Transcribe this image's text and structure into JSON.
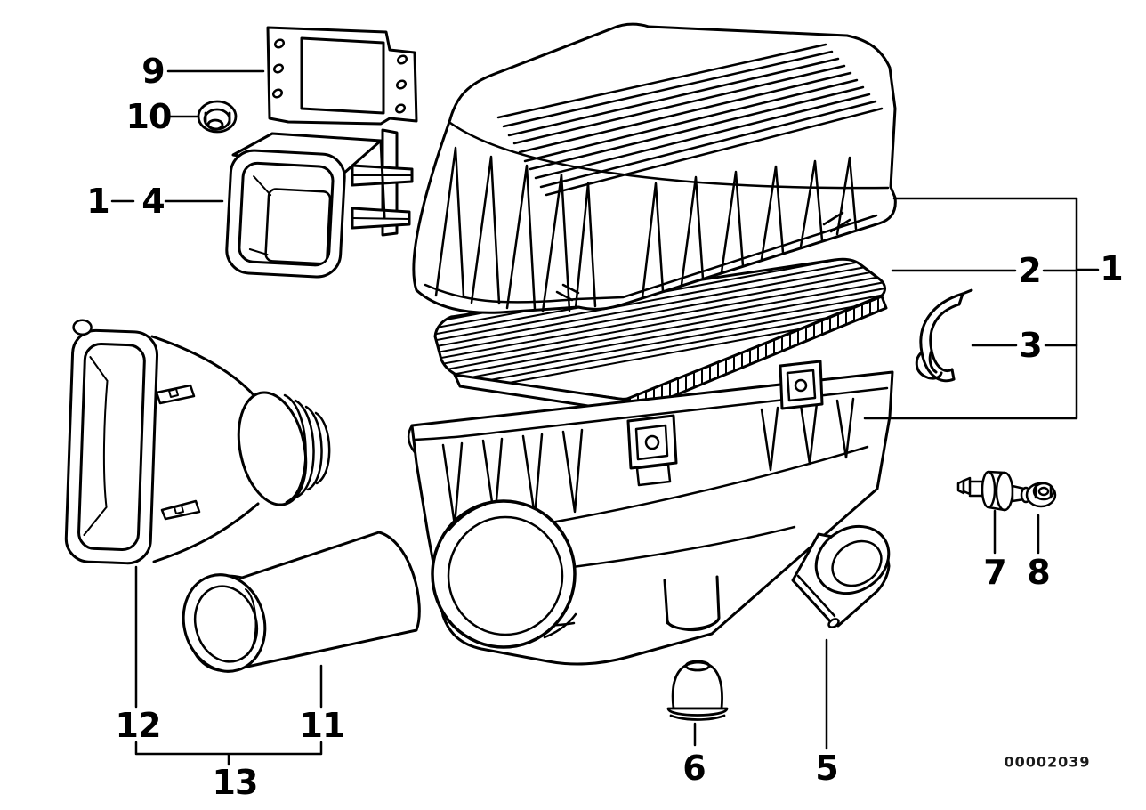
{
  "diagram": {
    "background_color": "#ffffff",
    "line_color": "#000000",
    "drawing_number": "00002039"
  },
  "callouts": {
    "c9": {
      "label": "9"
    },
    "c10": {
      "label": "10"
    },
    "c1_left": {
      "label": "1"
    },
    "c4": {
      "label": "4"
    },
    "c2": {
      "label": "2"
    },
    "c1_right": {
      "label": "1"
    },
    "c3": {
      "label": "3"
    },
    "c7": {
      "label": "7"
    },
    "c8": {
      "label": "8"
    },
    "c12": {
      "label": "12"
    },
    "c11": {
      "label": "11"
    },
    "c13": {
      "label": "13"
    },
    "c6": {
      "label": "6"
    },
    "c5": {
      "label": "5"
    }
  }
}
